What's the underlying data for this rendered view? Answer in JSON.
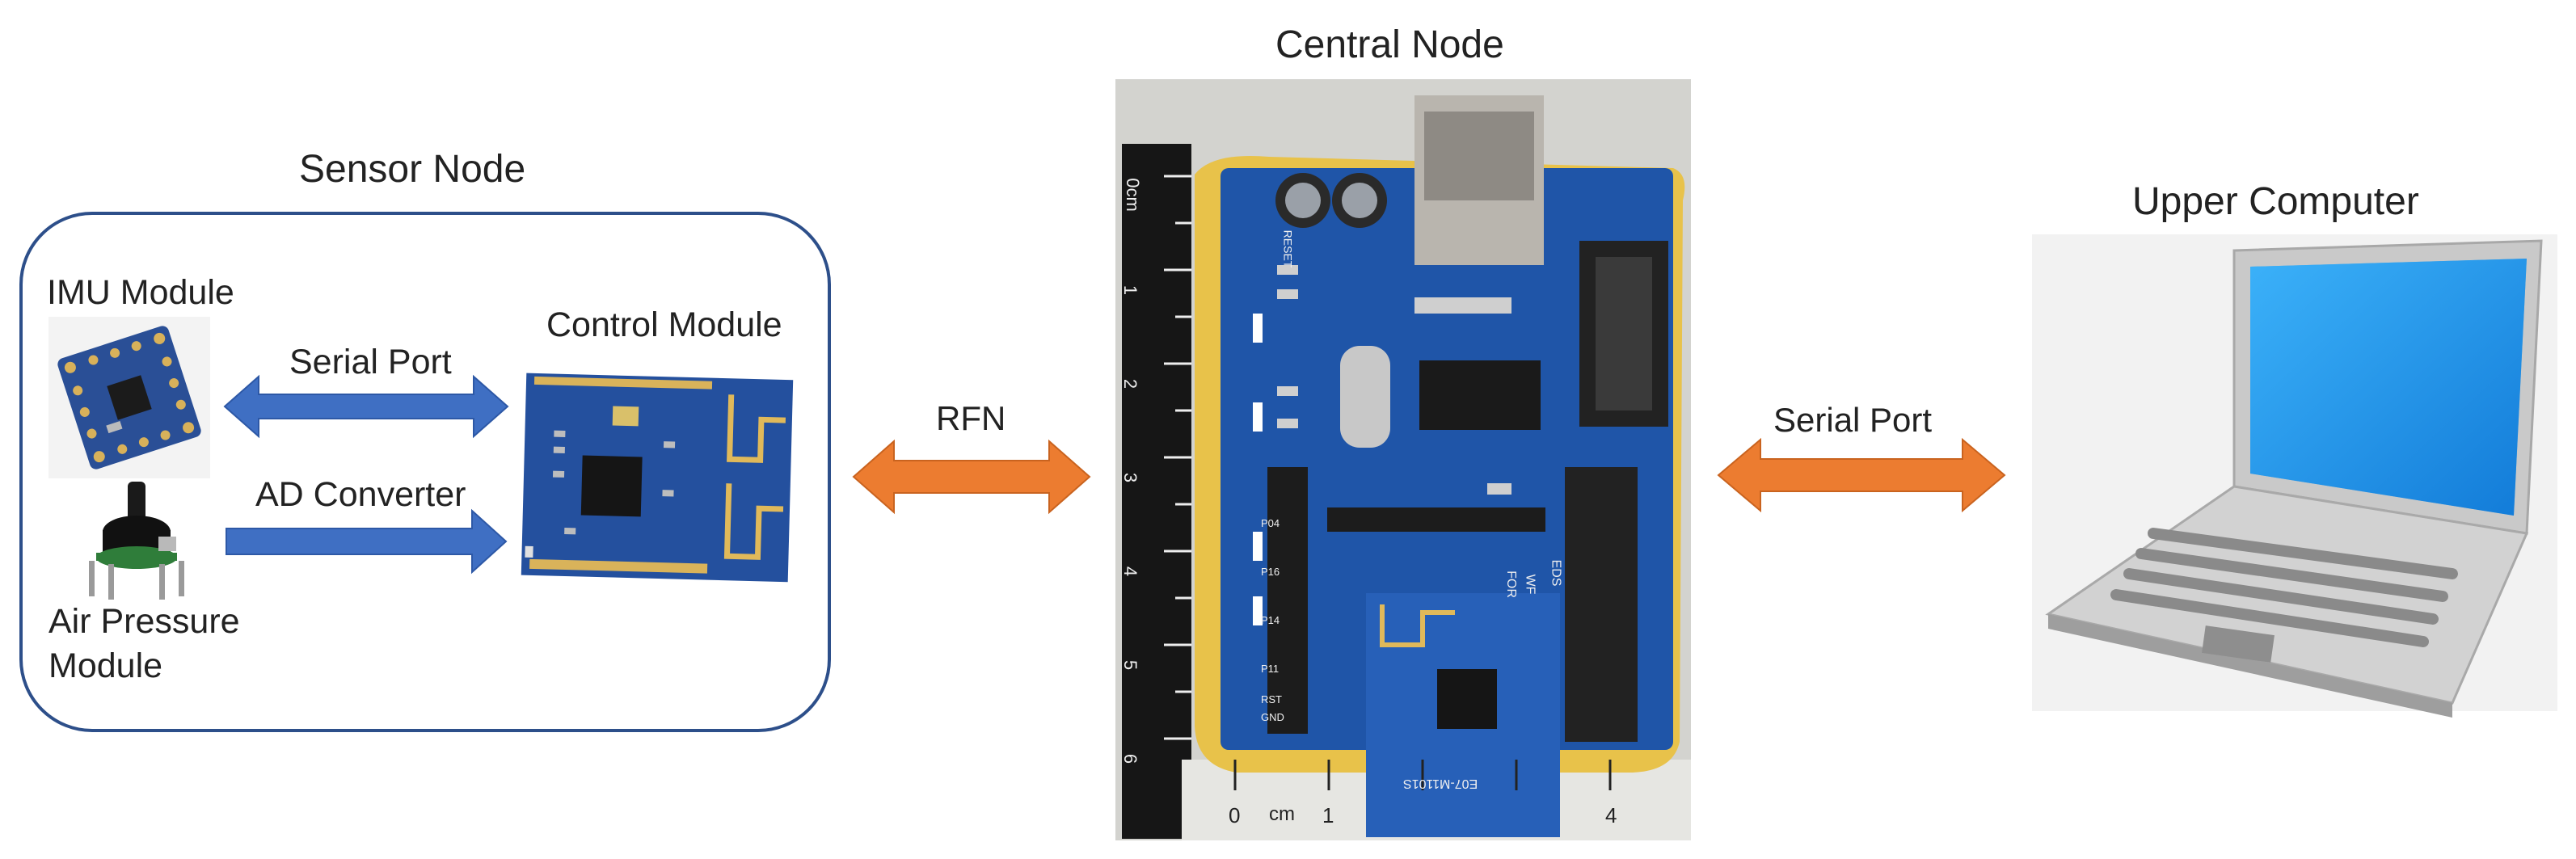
{
  "sensor_node": {
    "title": "Sensor Node",
    "imu_label": "IMU Module",
    "control_label": "Control Module",
    "air_label_line1": "Air Pressure",
    "air_label_line2": "Module",
    "serial_label": "Serial Port",
    "ad_label": "AD Converter"
  },
  "central_node": {
    "title": "Central Node",
    "ruler_numbers": [
      "0cm",
      "1",
      "2",
      "3",
      "4",
      "5",
      "6"
    ],
    "ruler_bottom_labels": [
      "0",
      "cm",
      "1",
      "4"
    ],
    "board_codes": [
      "RESET",
      "EDS",
      "WF",
      "FOR",
      "P04",
      "P16",
      "P14",
      "P11",
      "RST",
      "GND",
      "E07-M1101S"
    ]
  },
  "upper_computer": {
    "title": "Upper Computer"
  },
  "links": {
    "rfn_label": "RFN",
    "serial_label": "Serial Port"
  },
  "colors": {
    "blue_arrow": "#3f6fc3",
    "orange_arrow": "#ec7c30",
    "box_border": "#2d4f8a",
    "pcb_blue": "#1f55a8",
    "pcb_yellow": "#e8c24a"
  }
}
